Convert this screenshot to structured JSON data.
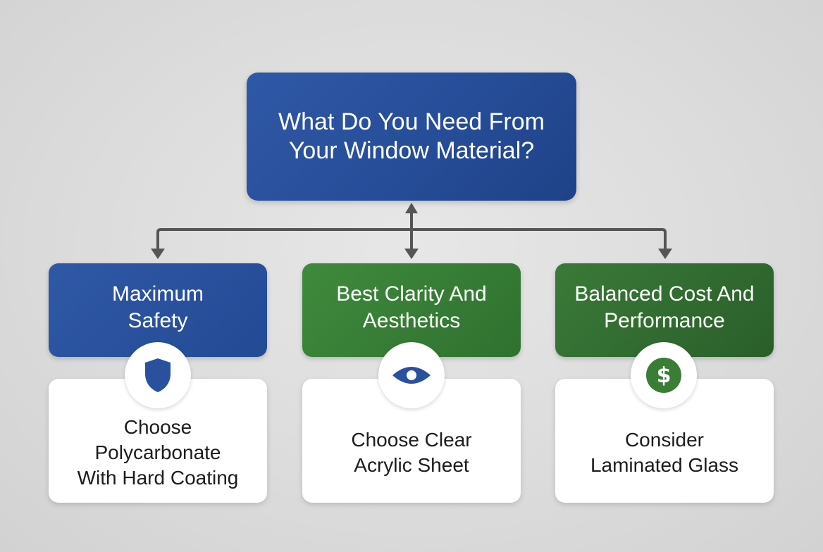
{
  "root": {
    "title": "What Do You Need From\nYour Window Material?"
  },
  "options": [
    {
      "need": "Maximum\nSafety",
      "recommendation": "Choose\nPolycarbonate\nWith Hard Coating",
      "icon": "shield-icon",
      "color": "#2a519e"
    },
    {
      "need": "Best Clarity And\nAesthetics",
      "recommendation": "Choose Clear\nAcrylic Sheet",
      "icon": "eye-icon",
      "color": "#3a8238"
    },
    {
      "need": "Balanced Cost And\nPerformance",
      "recommendation": "Consider\nLaminated Glass",
      "icon": "dollar-icon",
      "color": "#336b33"
    }
  ],
  "colors": {
    "connector": "#555555",
    "icon_blue": "#2a519e",
    "icon_green": "#3a7d36"
  }
}
